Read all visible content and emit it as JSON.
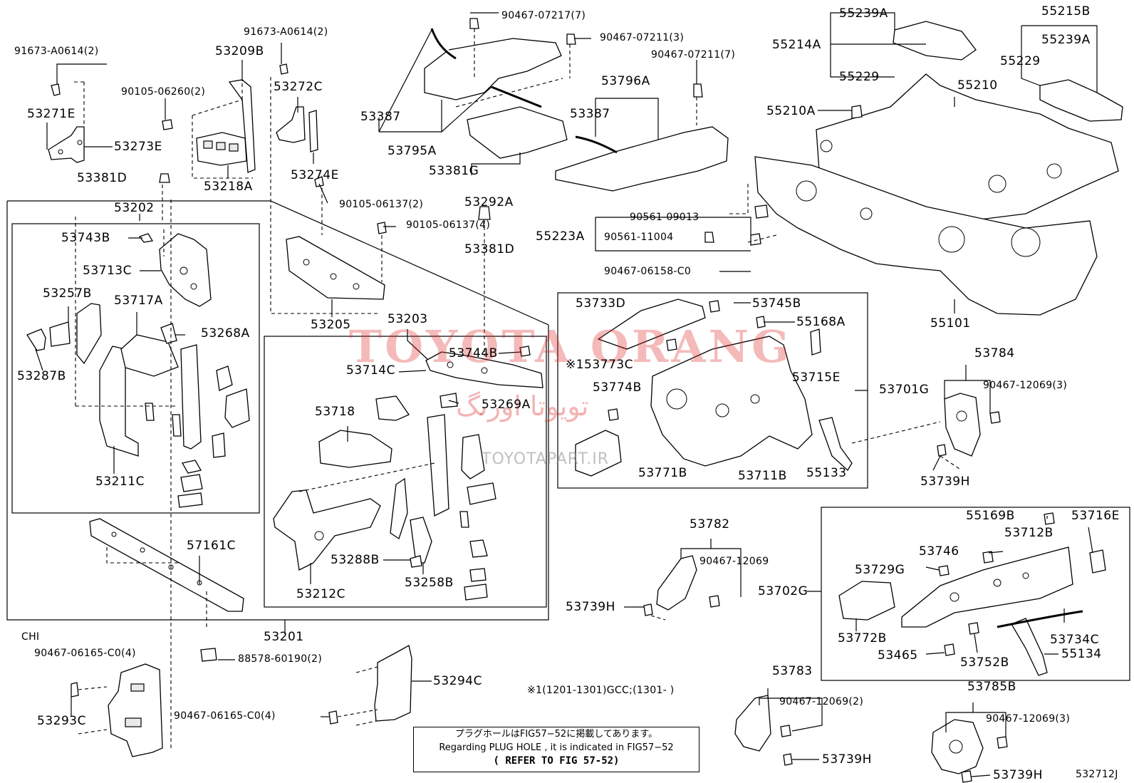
{
  "watermark": {
    "latin": "TOYOTA ORANG",
    "arabic": "تویوتا اورنگ",
    "site": "TOYOTAPART.IR"
  },
  "labels": [
    {
      "id": "l1",
      "text": "91673-A0614(2)"
    },
    {
      "id": "l2",
      "text": "53271E"
    },
    {
      "id": "l3",
      "text": "53273E"
    },
    {
      "id": "l4",
      "text": "53381D"
    },
    {
      "id": "l5",
      "text": "91673-A0614(2)"
    },
    {
      "id": "l6",
      "text": "53209B"
    },
    {
      "id": "l7",
      "text": "90105-06260(2)"
    },
    {
      "id": "l8",
      "text": "53272C"
    },
    {
      "id": "l9",
      "text": "53274E"
    },
    {
      "id": "l10",
      "text": "53218A"
    },
    {
      "id": "l11",
      "text": "53202"
    },
    {
      "id": "l12",
      "text": "53743B"
    },
    {
      "id": "l13",
      "text": "53713C"
    },
    {
      "id": "l14",
      "text": "53257B"
    },
    {
      "id": "l15",
      "text": "53717A"
    },
    {
      "id": "l16",
      "text": "53268A"
    },
    {
      "id": "l17",
      "text": "53287B"
    },
    {
      "id": "l18",
      "text": "53211C"
    },
    {
      "id": "l19",
      "text": "90105-06137(2)"
    },
    {
      "id": "l20",
      "text": "90105-06137(4)"
    },
    {
      "id": "l21",
      "text": "53205"
    },
    {
      "id": "l22",
      "text": "53203"
    },
    {
      "id": "l23",
      "text": "53714C"
    },
    {
      "id": "l24",
      "text": "53744B"
    },
    {
      "id": "l25",
      "text": "53718"
    },
    {
      "id": "l26",
      "text": "53269A"
    },
    {
      "id": "l27",
      "text": "53288B"
    },
    {
      "id": "l28",
      "text": "53258B"
    },
    {
      "id": "l29",
      "text": "53212C"
    },
    {
      "id": "l30",
      "text": "57161C"
    },
    {
      "id": "l31",
      "text": "53201"
    },
    {
      "id": "l32",
      "text": "CHI"
    },
    {
      "id": "l33",
      "text": "90467-06165-C0(4)"
    },
    {
      "id": "l34",
      "text": "53293C"
    },
    {
      "id": "l35",
      "text": "88578-60190(2)"
    },
    {
      "id": "l36",
      "text": "53294C"
    },
    {
      "id": "l37",
      "text": "90467-06165-C0(4)"
    },
    {
      "id": "l38",
      "text": "90467-07217(7)"
    },
    {
      "id": "l39",
      "text": "90467-07211(3)"
    },
    {
      "id": "l40",
      "text": "90467-07211(7)"
    },
    {
      "id": "l41",
      "text": "53387"
    },
    {
      "id": "l42",
      "text": "53795A"
    },
    {
      "id": "l43",
      "text": "53381G"
    },
    {
      "id": "l44",
      "text": "53292A"
    },
    {
      "id": "l45",
      "text": "53796A"
    },
    {
      "id": "l46",
      "text": "53387"
    },
    {
      "id": "l47",
      "text": "53381D"
    },
    {
      "id": "l48",
      "text": "55239A"
    },
    {
      "id": "l49",
      "text": "55214A"
    },
    {
      "id": "l50",
      "text": "55229"
    },
    {
      "id": "l51",
      "text": "55215B"
    },
    {
      "id": "l52",
      "text": "55239A"
    },
    {
      "id": "l53",
      "text": "55229"
    },
    {
      "id": "l54",
      "text": "55210"
    },
    {
      "id": "l55",
      "text": "55210A"
    },
    {
      "id": "l56",
      "text": "90561-09013"
    },
    {
      "id": "l57",
      "text": "55223A"
    },
    {
      "id": "l58",
      "text": "90561-11004"
    },
    {
      "id": "l59",
      "text": "90467-06158-C0"
    },
    {
      "id": "l60",
      "text": "55101"
    },
    {
      "id": "l61",
      "text": "53733D"
    },
    {
      "id": "l62",
      "text": "53745B"
    },
    {
      "id": "l63",
      "text": "55168A"
    },
    {
      "id": "l64",
      "text": "※153773C"
    },
    {
      "id": "l65",
      "text": "53715E"
    },
    {
      "id": "l66",
      "text": "53774B"
    },
    {
      "id": "l67",
      "text": "53701G"
    },
    {
      "id": "l68",
      "text": "53771B"
    },
    {
      "id": "l69",
      "text": "53711B"
    },
    {
      "id": "l70",
      "text": "55133"
    },
    {
      "id": "l71",
      "text": "53784"
    },
    {
      "id": "l72",
      "text": "90467-12069(3)"
    },
    {
      "id": "l73",
      "text": "53739H"
    },
    {
      "id": "l74",
      "text": "53782"
    },
    {
      "id": "l75",
      "text": "90467-12069"
    },
    {
      "id": "l76",
      "text": "53739H"
    },
    {
      "id": "l77",
      "text": "55169B"
    },
    {
      "id": "l78",
      "text": "53716E"
    },
    {
      "id": "l79",
      "text": "53712B"
    },
    {
      "id": "l80",
      "text": "53746"
    },
    {
      "id": "l81",
      "text": "53729G"
    },
    {
      "id": "l82",
      "text": "53702G"
    },
    {
      "id": "l83",
      "text": "53772B"
    },
    {
      "id": "l84",
      "text": "53734C"
    },
    {
      "id": "l85",
      "text": "53465"
    },
    {
      "id": "l86",
      "text": "53752B"
    },
    {
      "id": "l87",
      "text": "55134"
    },
    {
      "id": "l88",
      "text": "53783"
    },
    {
      "id": "l89",
      "text": "90467-12069(2)"
    },
    {
      "id": "l90",
      "text": "53739H"
    },
    {
      "id": "l91",
      "text": "53785B"
    },
    {
      "id": "l92",
      "text": "90467-12069(3)"
    },
    {
      "id": "l93",
      "text": "53739H"
    },
    {
      "id": "l94",
      "text": "※1(1201-1301)GCC;(1301-    )"
    },
    {
      "id": "l95",
      "text": "532712J"
    }
  ],
  "note": {
    "jp": "プラグホールはFIG57−52に掲載してあります。",
    "en": "Regarding PLUG HOLE , it is indicated in FIG57−52",
    "ref": "( REFER TO FIG 57-52)"
  }
}
